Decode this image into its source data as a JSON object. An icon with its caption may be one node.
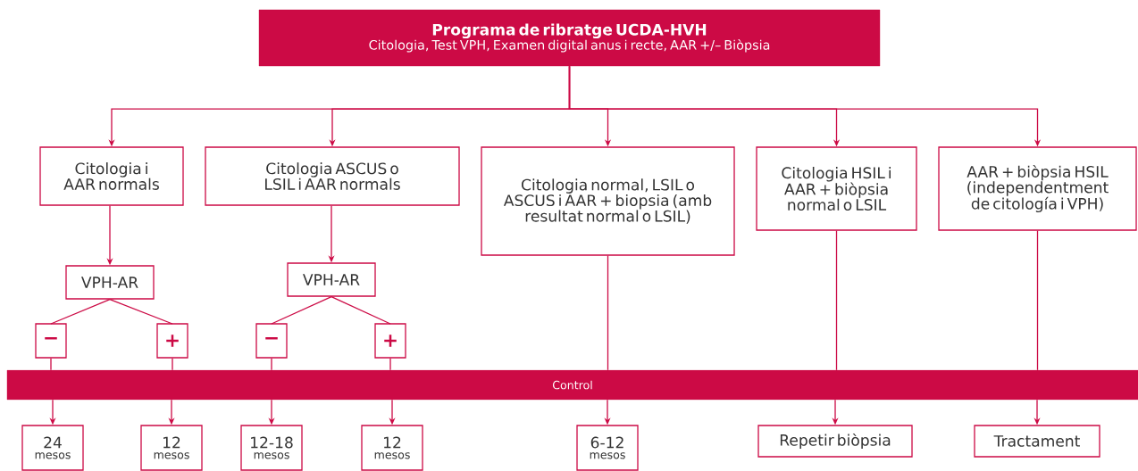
{
  "diagram": {
    "nodes": [
      {
        "text": [
          "Programa de ribratge UCDA-HVH",
          "Citologia, Test VPH, Examen digital anus i recte, AAR +/– Biòpsia"
        ]
      },
      {
        "text": [
          "Citologia i AAR normals"
        ]
      },
      {
        "text": [
          "Citologia ASCUS o LSIL i AAR normals"
        ]
      },
      {
        "text": [
          "Citologia normal, LSIL o ASCUS i AAR + biopsia (amb resultat normal o LSIL)"
        ]
      },
      {
        "text": [
          "Citologia HSIL i AAR + biòpsia normal o LSIL"
        ]
      },
      {
        "text": [
          "AAR + biòpsia HSIL (independentment de citología i VPH)"
        ]
      },
      {
        "text": [
          "VPH-AR"
        ]
      },
      {
        "text": [
          "VPH-AR"
        ]
      },
      {
        "text": [
          "−"
        ]
      },
      {
        "text": [
          "+"
        ]
      },
      {
        "text": [
          "−"
        ]
      },
      {
        "text": [
          "+"
        ]
      },
      {
        "text": [
          "Control"
        ]
      },
      {
        "text": [
          "24",
          "mesos"
        ]
      },
      {
        "text": [
          "12",
          "mesos"
        ]
      },
      {
        "text": [
          "12-18",
          "mesos"
        ]
      },
      {
        "text": [
          "12",
          "mesos"
        ]
      },
      {
        "text": [
          "6-12",
          "mesos"
        ]
      },
      {
        "text": [
          "Repetir biòpsia"
        ]
      },
      {
        "text": [
          "Tractament"
        ]
      }
    ],
    "edges": [
      {
        "from": 0,
        "to": 1,
        "arrow": "to"
      },
      {
        "from": 0,
        "to": 2,
        "arrow": "to"
      },
      {
        "from": 0,
        "to": 3,
        "arrow": "to"
      },
      {
        "from": 0,
        "to": 4,
        "arrow": "to"
      },
      {
        "from": 0,
        "to": 5,
        "arrow": "to"
      },
      {
        "from": 1,
        "to": 6,
        "arrow": "to"
      },
      {
        "from": 2,
        "to": 7,
        "arrow": "to"
      },
      {
        "from": 6,
        "to": 8,
        "arrow": "none"
      },
      {
        "from": 6,
        "to": 9,
        "arrow": "none"
      },
      {
        "from": 7,
        "to": 10,
        "arrow": "none"
      },
      {
        "from": 7,
        "to": 11,
        "arrow": "none"
      },
      {
        "from": 8,
        "to": 12,
        "arrow": "none"
      },
      {
        "from": 9,
        "to": 12,
        "arrow": "none"
      },
      {
        "from": 10,
        "to": 12,
        "arrow": "none"
      },
      {
        "from": 11,
        "to": 12,
        "arrow": "none"
      },
      {
        "from": 3,
        "to": 12,
        "arrow": "none"
      },
      {
        "from": 4,
        "to": 12,
        "arrow": "none"
      },
      {
        "from": 5,
        "to": 12,
        "arrow": "none"
      },
      {
        "from": 12,
        "to": 13,
        "arrow": "to"
      },
      {
        "from": 12,
        "to": 14,
        "arrow": "to"
      },
      {
        "from": 12,
        "to": 15,
        "arrow": "to"
      },
      {
        "from": 12,
        "to": 16,
        "arrow": "to"
      },
      {
        "from": 12,
        "to": 17,
        "arrow": "to"
      },
      {
        "from": 12,
        "to": 18,
        "arrow": "to"
      },
      {
        "from": 12,
        "to": 19,
        "arrow": "to"
      }
    ]
  }
}
